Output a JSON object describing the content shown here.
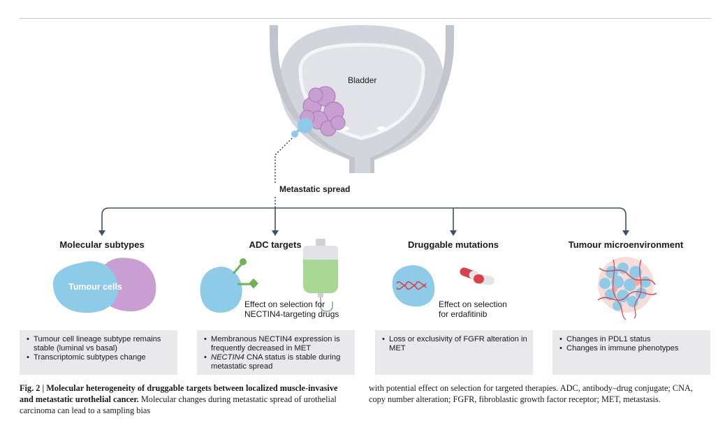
{
  "figure": {
    "bladder_label": "Bladder",
    "spread_label": "Metastatic spread",
    "tumour_cells_label": "Tumour cells",
    "panels": [
      {
        "title": "Molecular subtypes",
        "bullets": [
          "Tumour cell lineage subtype remains stable (luminal vs basal)",
          "Transcriptomic subtypes change"
        ]
      },
      {
        "title": "ADC targets",
        "effect_line1": "Effect on selection for",
        "effect_line2": "NECTIN4-targeting drugs",
        "bullet1": "Membranous NECTIN4 expression is frequently decreased in MET",
        "bullet2_italic": "NECTIN4",
        "bullet2_rest": " CNA status is stable during metastatic spread"
      },
      {
        "title": "Druggable mutations",
        "effect_line1": "Effect on selection",
        "effect_line2": "for erdafitinib",
        "bullets": [
          "Loss or exclusivity of FGFR alteration in MET"
        ]
      },
      {
        "title": "Tumour microenvironment",
        "bullets": [
          "Changes in PDL1 status",
          "Changes in immune phenotypes"
        ]
      }
    ],
    "colors": {
      "tumour_blue": "#8ecbe8",
      "tumour_purple": "#c99fd3",
      "bladder_grey": "#d3d5dc",
      "arrow": "#3e5068",
      "box_grey": "#e9e9eb",
      "drug_green": "#a7d792",
      "pill_red": "#d9424b"
    }
  },
  "caption": {
    "label": "Fig. 2 | ",
    "bold": "Molecular heterogeneity of druggable targets between localized muscle-invasive and metastatic urothelial cancer.",
    "left_rest": " Molecular changes during metastatic spread of urothelial carcinoma can lead to a sampling bias",
    "right": "with potential effect on selection for targeted therapies. ADC, antibody–drug conjugate; CNA, copy number alteration; FGFR, fibroblastic growth factor receptor; MET, metastasis."
  }
}
